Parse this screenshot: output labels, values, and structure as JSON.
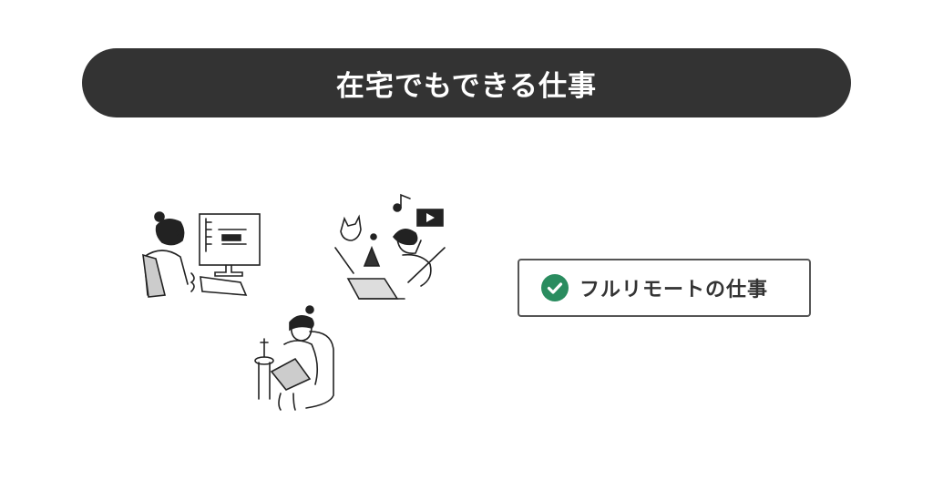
{
  "banner": {
    "title": "在宅でもできる仕事",
    "color": "#333333"
  },
  "illustration": {
    "icon": "remote-workers-illustration"
  },
  "tag": {
    "label": "フルリモートの仕事",
    "icon": "check-circle-icon",
    "icon_color": "#2a8c5f"
  }
}
